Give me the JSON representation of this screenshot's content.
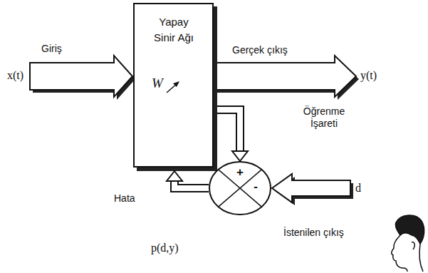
{
  "diagram": {
    "nodes": [
      {
        "text": [
          "Yapay Sinir Ağı",
          "W"
        ]
      },
      {
        "text": [
          "+",
          "-"
        ]
      }
    ],
    "edges": [
      {
        "from": 0,
        "to": 1,
        "arrow": "to"
      },
      {
        "from": 1,
        "to": 0,
        "arrow": "to",
        "label": "Hata"
      }
    ],
    "labels": [
      "Giriş",
      "x(t)",
      "Gerçek çıkış",
      "y(t)",
      "Öğrenme İşareti",
      "d",
      "İstenilen çıkış",
      "p(d,y)"
    ]
  }
}
